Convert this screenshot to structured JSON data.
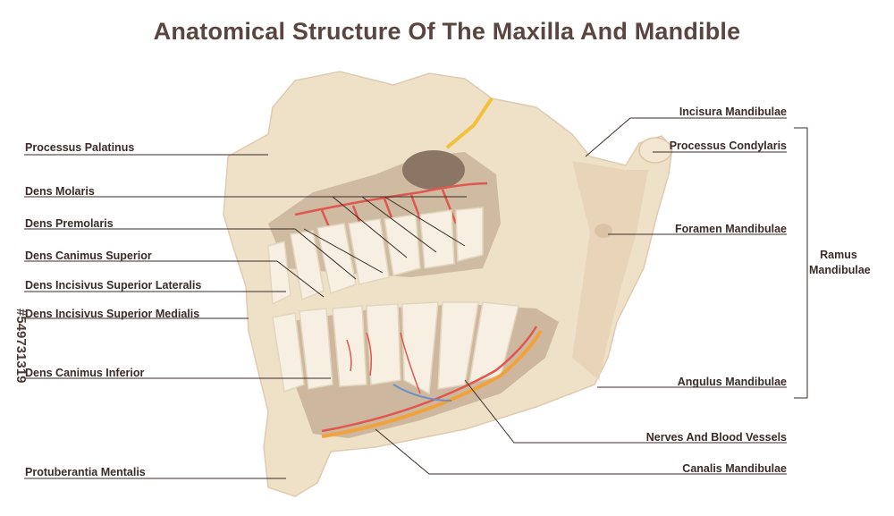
{
  "title": "Anatomical Structure Of The Maxilla And Mandible",
  "left_labels": [
    "Processus Palatinus",
    "Dens Molaris",
    "Dens Premolaris",
    "Dens Canimus Superior",
    "Dens Incisivus Superior Lateralis",
    "Dens Incisivus Superior Medialis",
    "Dens Canimus Inferior",
    "Protuberantia Mentalis"
  ],
  "right_labels": [
    "Incisura Mandibulae",
    "Processus Condylaris",
    "Foramen Mandibulae",
    "Angulus Mandibulae",
    "Nerves And Blood Vessels",
    "Canalis Mandibulae"
  ],
  "bracket_label_line1": "Ramus",
  "bracket_label_line2": "Mandibulae",
  "watermark_id": "#549731319",
  "colors": {
    "bone": "#efe0c8",
    "bone_shadow": "#e2cfb1",
    "cancellous": "#c9b49a",
    "tooth": "#f6efe2",
    "nerve": "#f2a23a",
    "vessel_red": "#e0574f",
    "leader_line": "#3a2b27"
  }
}
